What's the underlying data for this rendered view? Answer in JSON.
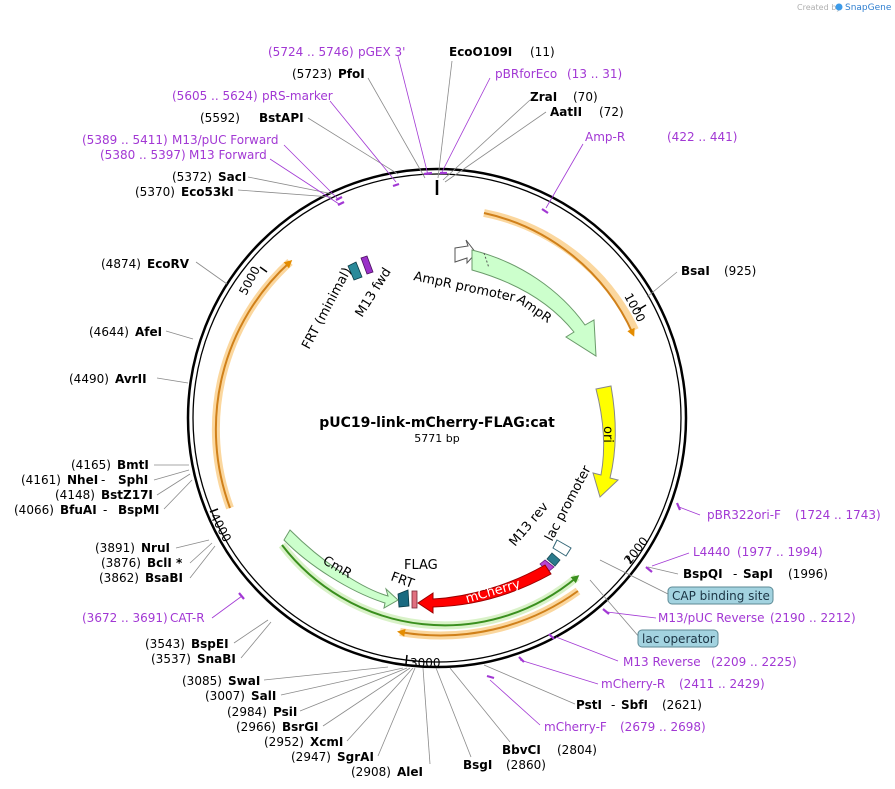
{
  "watermark": {
    "prefix": "Created by",
    "brand": "SnapGene"
  },
  "plasmid": {
    "name": "pUC19-link-mCherry-FLAG:cat",
    "length": "5771 bp"
  },
  "ruler": [
    "1000",
    "2000",
    "3000",
    "4000",
    "5000"
  ],
  "enzymes": [
    {
      "name": "EcoO109I",
      "pos": "(11)"
    },
    {
      "name": "PfoI",
      "pos": "(5723)"
    },
    {
      "name": "ZraI",
      "pos": "(70)"
    },
    {
      "name": "AatII",
      "pos": "(72)"
    },
    {
      "name": "BstAPI",
      "pos": "(5592)"
    },
    {
      "name": "SacI",
      "pos": "(5372)"
    },
    {
      "name": "Eco53kI",
      "pos": "(5370)"
    },
    {
      "name": "BsaI",
      "pos": "(925)"
    },
    {
      "name": "EcoRV",
      "pos": "(4874)"
    },
    {
      "name": "AfeI",
      "pos": "(4644)"
    },
    {
      "name": "AvrII",
      "pos": "(4490)"
    },
    {
      "name": "BmtI",
      "pos": "(4165)"
    },
    {
      "name": "NheI",
      "name2": "SphI",
      "pos": "(4161)"
    },
    {
      "name": "BstZ17I",
      "pos": "(4148)"
    },
    {
      "name": "BfuAI",
      "name2": "BspMI",
      "pos": "(4066)"
    },
    {
      "name": "NruI",
      "pos": "(3891)"
    },
    {
      "name": "BclI *",
      "pos": "(3876)"
    },
    {
      "name": "BsaBI",
      "pos": "(3862)"
    },
    {
      "name": "BspEI",
      "pos": "(3543)"
    },
    {
      "name": "SnaBI",
      "pos": "(3537)"
    },
    {
      "name": "SwaI",
      "pos": "(3085)"
    },
    {
      "name": "SalI",
      "pos": "(3007)"
    },
    {
      "name": "PsiI",
      "pos": "(2984)"
    },
    {
      "name": "BsrGI",
      "pos": "(2966)"
    },
    {
      "name": "XcmI",
      "pos": "(2952)"
    },
    {
      "name": "SgrAI",
      "pos": "(2947)"
    },
    {
      "name": "AleI",
      "pos": "(2908)"
    },
    {
      "name": "BsgI",
      "pos": "(2860)"
    },
    {
      "name": "BbvCI",
      "pos": "(2804)"
    },
    {
      "name": "PstI",
      "name2": "SbfI",
      "pos": "(2621)"
    },
    {
      "name": "BspQI",
      "name2": "SapI",
      "pos": "(1996)"
    }
  ],
  "primers": [
    {
      "name": "pGEX 3'",
      "range": "(5724 .. 5746)"
    },
    {
      "name": "pBRforEco",
      "range": "(13 .. 31)"
    },
    {
      "name": "pRS-marker",
      "range": "(5605 .. 5624)"
    },
    {
      "name": "Amp-R",
      "range": "(422 .. 441)"
    },
    {
      "name": "M13/pUC Forward",
      "range": "(5389 .. 5411)"
    },
    {
      "name": "M13 Forward",
      "range": "(5380 .. 5397)"
    },
    {
      "name": "pBR322ori-F",
      "range": "(1724 .. 1743)"
    },
    {
      "name": "L4440",
      "range": "(1977 .. 1994)"
    },
    {
      "name": "M13/pUC Reverse",
      "range": "(2190 .. 2212)"
    },
    {
      "name": "M13 Reverse",
      "range": "(2209 .. 2225)"
    },
    {
      "name": "mCherry-R",
      "range": "(2411 .. 2429)"
    },
    {
      "name": "mCherry-F",
      "range": "(2679 .. 2698)"
    },
    {
      "name": "CAT-R",
      "range": "(3672 .. 3691)"
    }
  ],
  "features": {
    "ampr_promoter": "AmpR promoter",
    "ampr": "AmpR",
    "ori": "ori",
    "lac_promoter": "lac promoter",
    "m13_rev": "M13 rev",
    "mcherry": "mCherry",
    "flag": "FLAG",
    "frt": "FRT",
    "cmr": "CmR",
    "frt_minimal": "FRT (minimal)",
    "m13_fwd": "M13 fwd"
  },
  "boxes": {
    "cap": "CAP binding site",
    "lac_operator": "lac operator"
  },
  "colors": {
    "primer": "#a238d4",
    "ampr": "#ccffcc",
    "ori": "#ffff00",
    "mcherry": "#ff0000",
    "orf": "#f5a623",
    "box": "#a3d3e0"
  }
}
